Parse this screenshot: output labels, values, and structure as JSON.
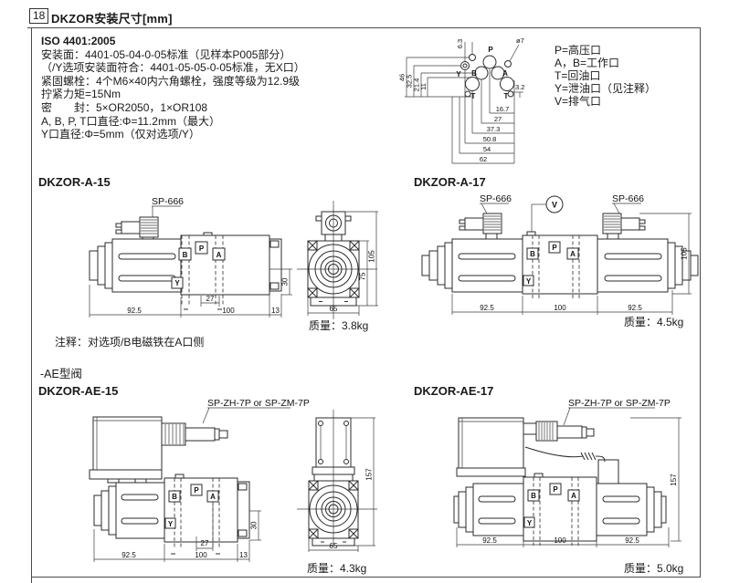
{
  "page": {
    "number": "18",
    "title": "DKZOR安装尺寸[mm]"
  },
  "specs": [
    "ISO 4401:2005",
    "安装面：4401-05-04-0-05标准（见样本P005部分）",
    "（/Y选项安装面符合：4401-05-05-0-05标准，无X口）",
    "紧固螺栓：4个M6×40内六角螺栓，强度等级为12.9级",
    "拧紧力矩=15Nm",
    "密　　封：5×OR2050，1×OR108",
    "A, B, P, T口直径:Φ=11.2mm（最大）",
    "Y口直径:Φ=5mm（仅对选项/Y）"
  ],
  "legend": [
    "P=高压口",
    "A，B=工作口",
    "T=回油口",
    "Y=泄油口（见注释）",
    "V=排气口"
  ],
  "port": {
    "p": "P",
    "b": "B",
    "a": "A",
    "t1": "T",
    "t2": "T",
    "y": "Y",
    "d46": "46",
    "d325": "32.5",
    "d214": "21.4",
    "d11": "11",
    "d63": "6.3",
    "dia7": "ø7",
    "d32": "3.2",
    "d167": "16.7",
    "d27": "27",
    "d373": "37.3",
    "d508": "50.8",
    "d54": "54",
    "d62": "62"
  },
  "a15": {
    "title": "DKZOR-A-15",
    "connector": "SP-666",
    "pb": "B",
    "pp": "P",
    "pa": "A",
    "py": "Y",
    "dim_sol": "92.5",
    "dim_body": "100",
    "dim_end": "13",
    "dim_pa": "27",
    "dim_h": "30",
    "note": "注释：对选项/B电磁铁在A口侧"
  },
  "a_front": {
    "dim_total": "105",
    "dim_body": "75",
    "dim_w": "65",
    "weight": "质量：3.8kg"
  },
  "a17": {
    "title": "DKZOR-A-17",
    "connector_left": "SP-666",
    "connector_right": "SP-666",
    "gauge": "V",
    "pb": "B",
    "pp": "P",
    "pa": "A",
    "py": "Y",
    "dim_left": "92.5",
    "dim_body": "100",
    "dim_right": "92.5",
    "dim_h": "105",
    "weight": "质量：4.5kg"
  },
  "ae": {
    "section": "-AE型阀"
  },
  "ae15": {
    "title": "DKZOR-AE-15",
    "connector": "SP-ZH-7P or SP-ZM-7P",
    "pb": "B",
    "pp": "P",
    "pa": "A",
    "py": "Y",
    "dim_sol": "92.5",
    "dim_body": "100",
    "dim_end": "13",
    "dim_pa": "27",
    "dim_h": "30"
  },
  "ae_front": {
    "dim_total": "157",
    "dim_w": "65",
    "weight": "质量：4.3kg"
  },
  "ae17": {
    "title": "DKZOR-AE-17",
    "connector": "SP-ZH-7P or SP-ZM-7P",
    "pb": "B",
    "pp": "P",
    "pa": "A",
    "py": "Y",
    "dim_left": "92.5",
    "dim_body": "100",
    "dim_right": "92.5",
    "dim_h": "157",
    "weight": "质量：5.0kg"
  }
}
